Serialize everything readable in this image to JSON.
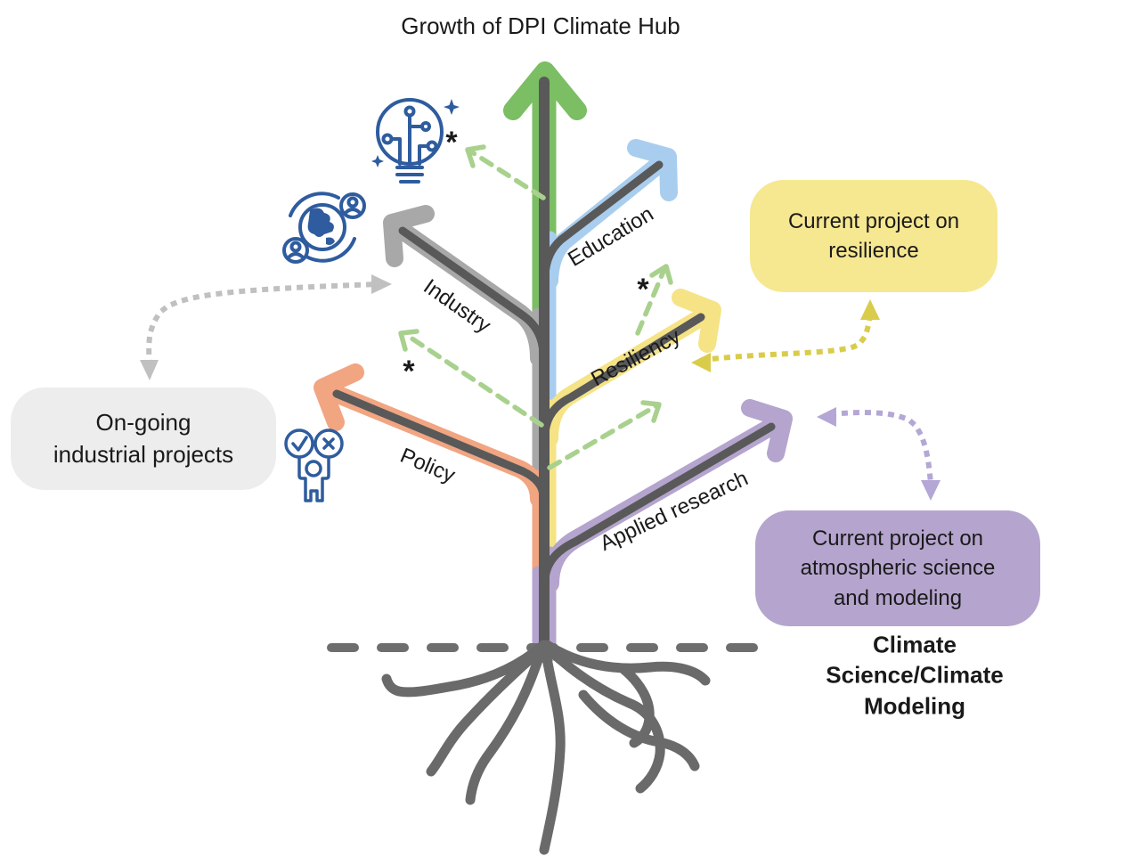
{
  "title": "Growth of DPI Climate Hub",
  "tree": {
    "growth_arrow": {
      "meaning": "Growth of DPI Climate Hub",
      "color": "#7BBE63"
    },
    "trunk_color": "#595959",
    "roots_color": "#6A6A6A",
    "ground_label": "Climate Science/Climate Modeling",
    "branches": [
      {
        "id": "education",
        "label": "Education",
        "color": "#A9CDEE"
      },
      {
        "id": "industry",
        "label": "Industry",
        "color": "#A8A8A8"
      },
      {
        "id": "resiliency",
        "label": "Resiliency",
        "color": "#F5E386"
      },
      {
        "id": "policy",
        "label": "Policy",
        "color": "#F1A581"
      },
      {
        "id": "applied_research",
        "label": "Applied research",
        "color": "#B4A4CE"
      }
    ]
  },
  "callouts": [
    {
      "id": "industrial",
      "text": "On-going\nindustrial projects",
      "bg": "#EDEDED",
      "connector_color": "#C0C0C0",
      "points_to": "Industry branch"
    },
    {
      "id": "resilience",
      "text": "Current project on\nresilience",
      "bg": "#F6E791",
      "connector_color": "#D9CC4A",
      "points_to": "Resiliency branch"
    },
    {
      "id": "atmospheric",
      "text": "Current project on\natmospheric science\nand modeling",
      "bg": "#B5A5CE",
      "connector_color": "#B4A7D6",
      "points_to": "Applied research branch"
    }
  ],
  "asterisk": "*",
  "dashed_arrows": {
    "color": "#A9D18E",
    "count": 4,
    "note": "green dashed arrows marked with asterisks"
  },
  "icons": [
    {
      "name": "lightbulb-circuit-icon",
      "color": "#2E5C9E"
    },
    {
      "name": "globe-people-icon",
      "color": "#2E5C9E"
    },
    {
      "name": "person-approval-icon",
      "color": "#2E5C9E"
    }
  ]
}
